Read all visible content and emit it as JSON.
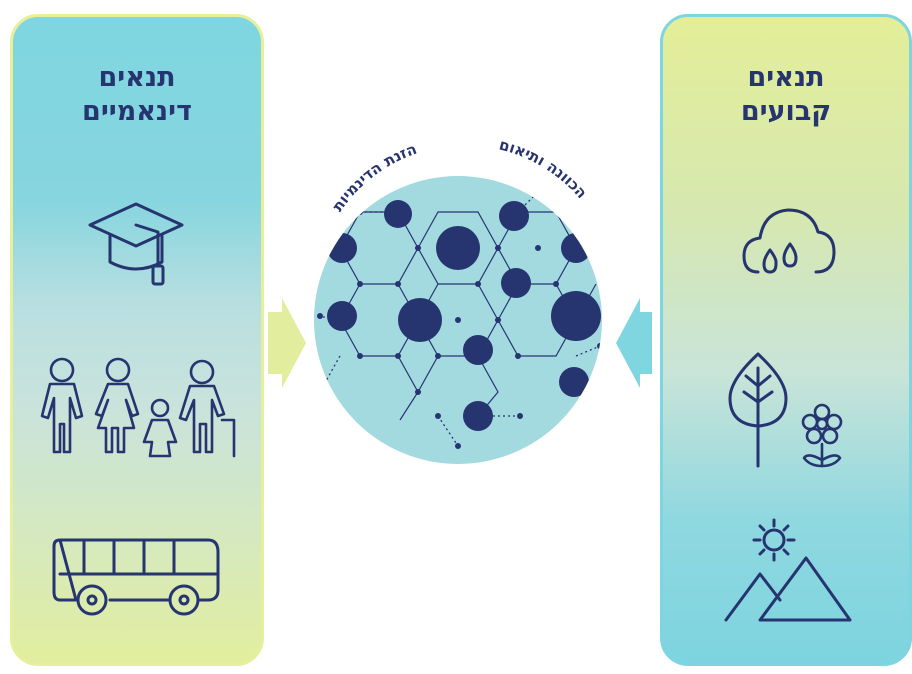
{
  "left_panel": {
    "title_line1": "תנאים",
    "title_line2": "דינאמיים",
    "icons": [
      "graduation-cap-icon",
      "family-icon",
      "bus-icon"
    ]
  },
  "right_panel": {
    "title_line1": "תנאים",
    "title_line2": "קבועים",
    "icons": [
      "rain-cloud-icon",
      "tree-icon",
      "flower-icon",
      "sun-mountains-icon"
    ]
  },
  "center": {
    "arc_left": "הזנת הדינמיות",
    "arc_right": "הכוונה ותיאום"
  },
  "colors": {
    "navy": "#263470",
    "yellow_green": "#e2ee9e",
    "cyan": "#7fd6e0",
    "circle_fill": "#a3dae0"
  }
}
